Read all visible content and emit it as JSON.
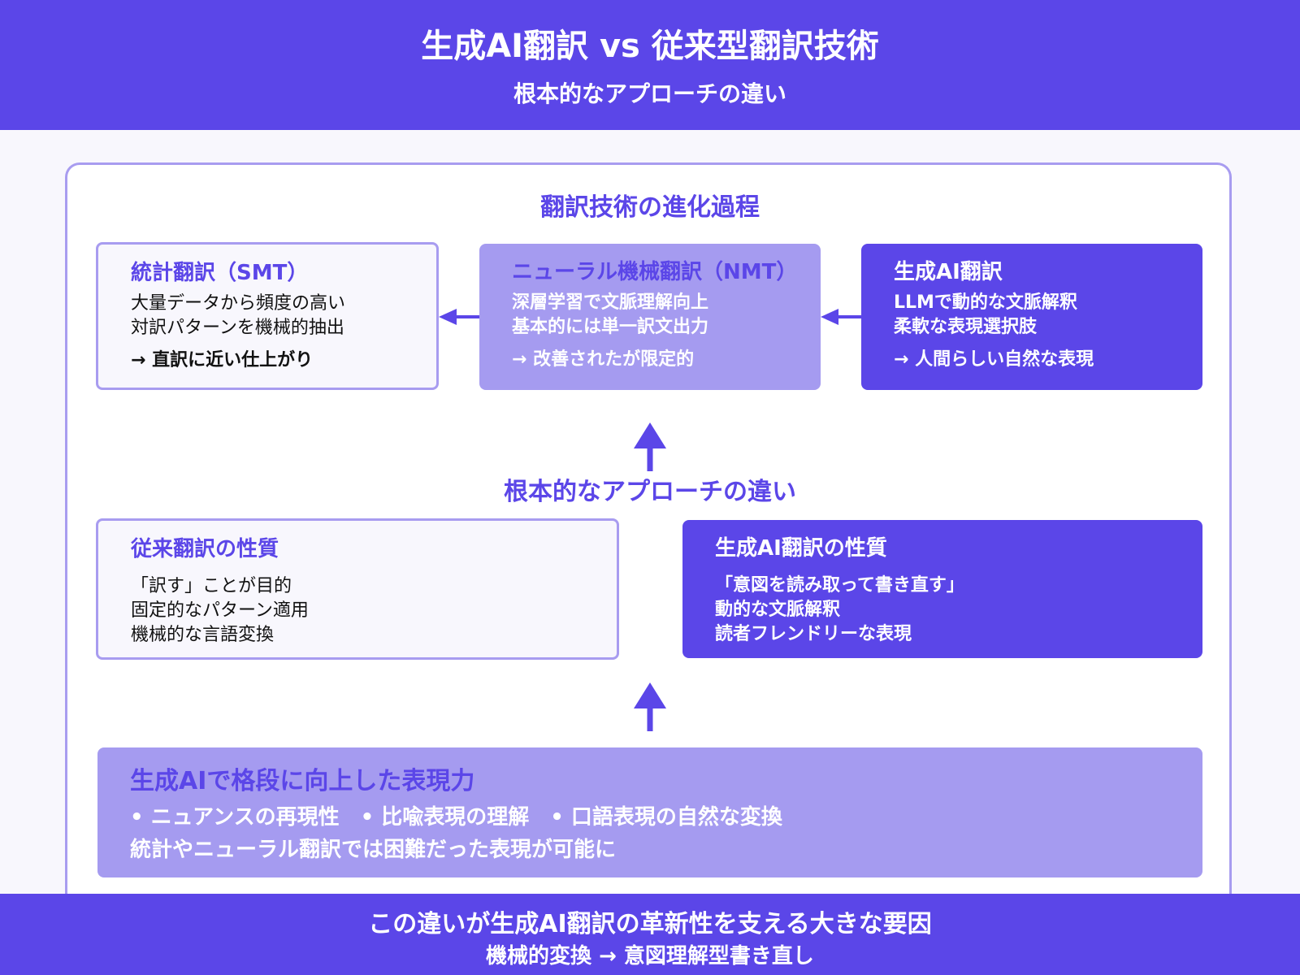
{
  "header": {
    "title": "生成AI翻訳 vs 従来型翻訳技術",
    "subtitle": "根本的なアプローチの違い"
  },
  "evolution": {
    "title": "翻訳技術の進化過程",
    "smt": {
      "heading": "統計翻訳（SMT）",
      "lines": [
        "大量データから頻度の高い",
        "対訳パターンを機械的抽出"
      ],
      "result": "→ 直訳に近い仕上がり"
    },
    "nmt": {
      "heading": "ニューラル機械翻訳（NMT）",
      "lines": [
        "深層学習で文脈理解向上",
        "基本的には単一訳文出力"
      ],
      "result": "→ 改善されたが限定的"
    },
    "genai": {
      "heading": "生成AI翻訳",
      "lines": [
        "LLMで動的な文脈解釈",
        "柔軟な表現選択肢"
      ],
      "result": "→ 人間らしい自然な表現"
    }
  },
  "approach": {
    "title": "根本的なアプローチの違い",
    "traditional": {
      "heading": "従来翻訳の性質",
      "lines": [
        "「訳す」ことが目的",
        "固定的なパターン適用",
        "機械的な言語変換"
      ]
    },
    "genai": {
      "heading": "生成AI翻訳の性質",
      "lines": [
        "「意図を読み取って書き直す」",
        "動的な文脈解釈",
        "読者フレンドリーな表現"
      ]
    }
  },
  "expression": {
    "heading": "生成AIで格段に向上した表現力",
    "bullets": "• ニュアンスの再現性　• 比喩表現の理解　• 口語表現の自然な変換",
    "note": "統計やニューラル翻訳では困難だった表現が可能に"
  },
  "footer": {
    "line1": "この違いが生成AI翻訳の革新性を支える大きな要因",
    "line2": "機械的変換 → 意図理解型書き直し"
  },
  "colors": {
    "primary": "#5b46e8",
    "light": "#a59bf0",
    "border": "#a89cf0",
    "background": "#f8f7fd"
  }
}
